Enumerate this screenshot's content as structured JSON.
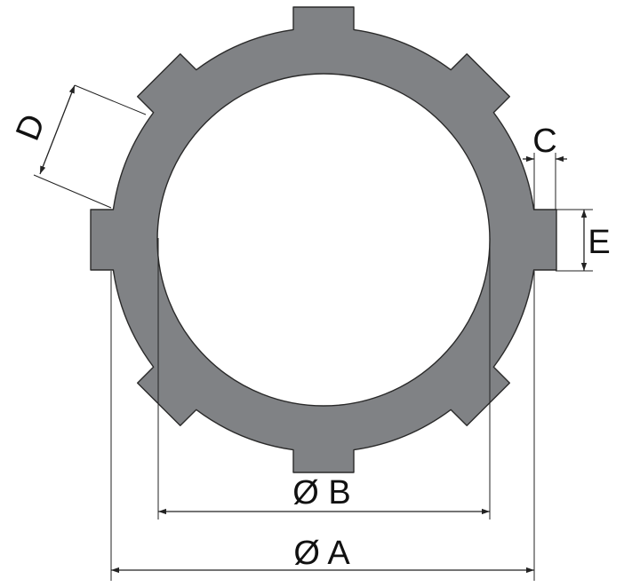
{
  "diagram": {
    "part_color": "#808285",
    "outline_color": "#2a2a2a",
    "line_color": "#222222",
    "labels": {
      "dia_a": "Ø A",
      "dia_b": "Ø B",
      "c": "C",
      "d": "D",
      "e": "E"
    },
    "tab_count": 8
  }
}
